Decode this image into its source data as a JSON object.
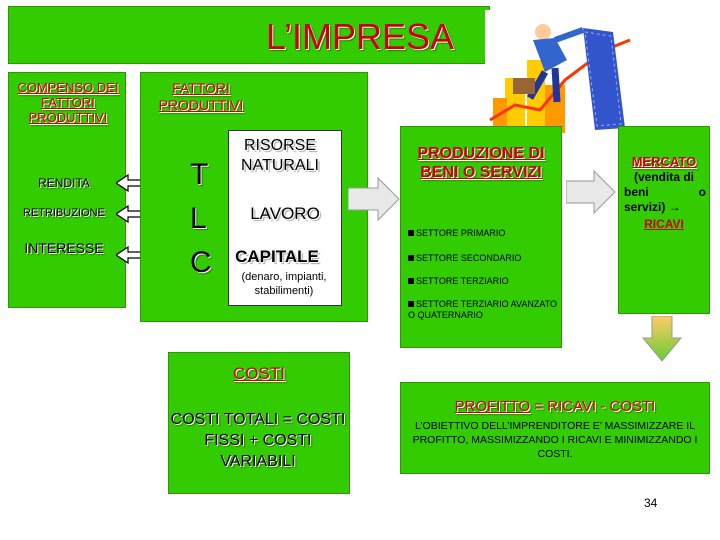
{
  "title": "L’IMPRESA",
  "compenso": {
    "label": "COMPENSO DEI FATTORI PRODUTTIVI",
    "items": [
      "RENDITA",
      "RETRIBUZIONE",
      "INTERESSE"
    ]
  },
  "fattori": {
    "label": "FATTORI PRODUTTIVI",
    "letters": [
      "T",
      "L",
      "C"
    ],
    "risorse": "RISORSE NATURALI",
    "lavoro": "LAVORO",
    "capitale": "CAPITALE",
    "capitale_note": "(denaro, impianti, stabilimenti)"
  },
  "produzione": {
    "title": "PRODUZIONE DI BENI O SERVIZI",
    "settori": [
      "SETTORE PRIMARIO",
      "SETTORE SECONDARIO",
      "SETTORE TERZIARIO",
      "SETTORE TERZIARIO AVANZATO O QUATERNARIO"
    ]
  },
  "mercato": {
    "title": "MERCATO",
    "line1": "(vendita di",
    "line2": "beni o",
    "line3": "servizi)",
    "arrow_glyph": "→",
    "ricavi": "RICAVI"
  },
  "costi": {
    "title": "COSTI",
    "formula": "COSTI TOTALI = COSTI FISSI + COSTI VARIABILI"
  },
  "profitto": {
    "word": "PROFITTO",
    "rest": "= RICAVI - COSTI",
    "obiettivo": "L’OBIETTIVO DELL’IMPRENDITORE E’ MASSIMIZZARE IL PROFITTO, MASSIMIZZANDO I RICAVI E MINIMIZZANDO I COSTI."
  },
  "page_number": "34",
  "colors": {
    "green": "#33cc00",
    "red": "#cc0000",
    "arrow_fill": "#e8e8e8"
  },
  "icons": [
    "businessman-climbing-graph-icon",
    "bullet-square-icon",
    "left-arrow-icon",
    "right-arrow-icon",
    "down-arrow-icon"
  ]
}
